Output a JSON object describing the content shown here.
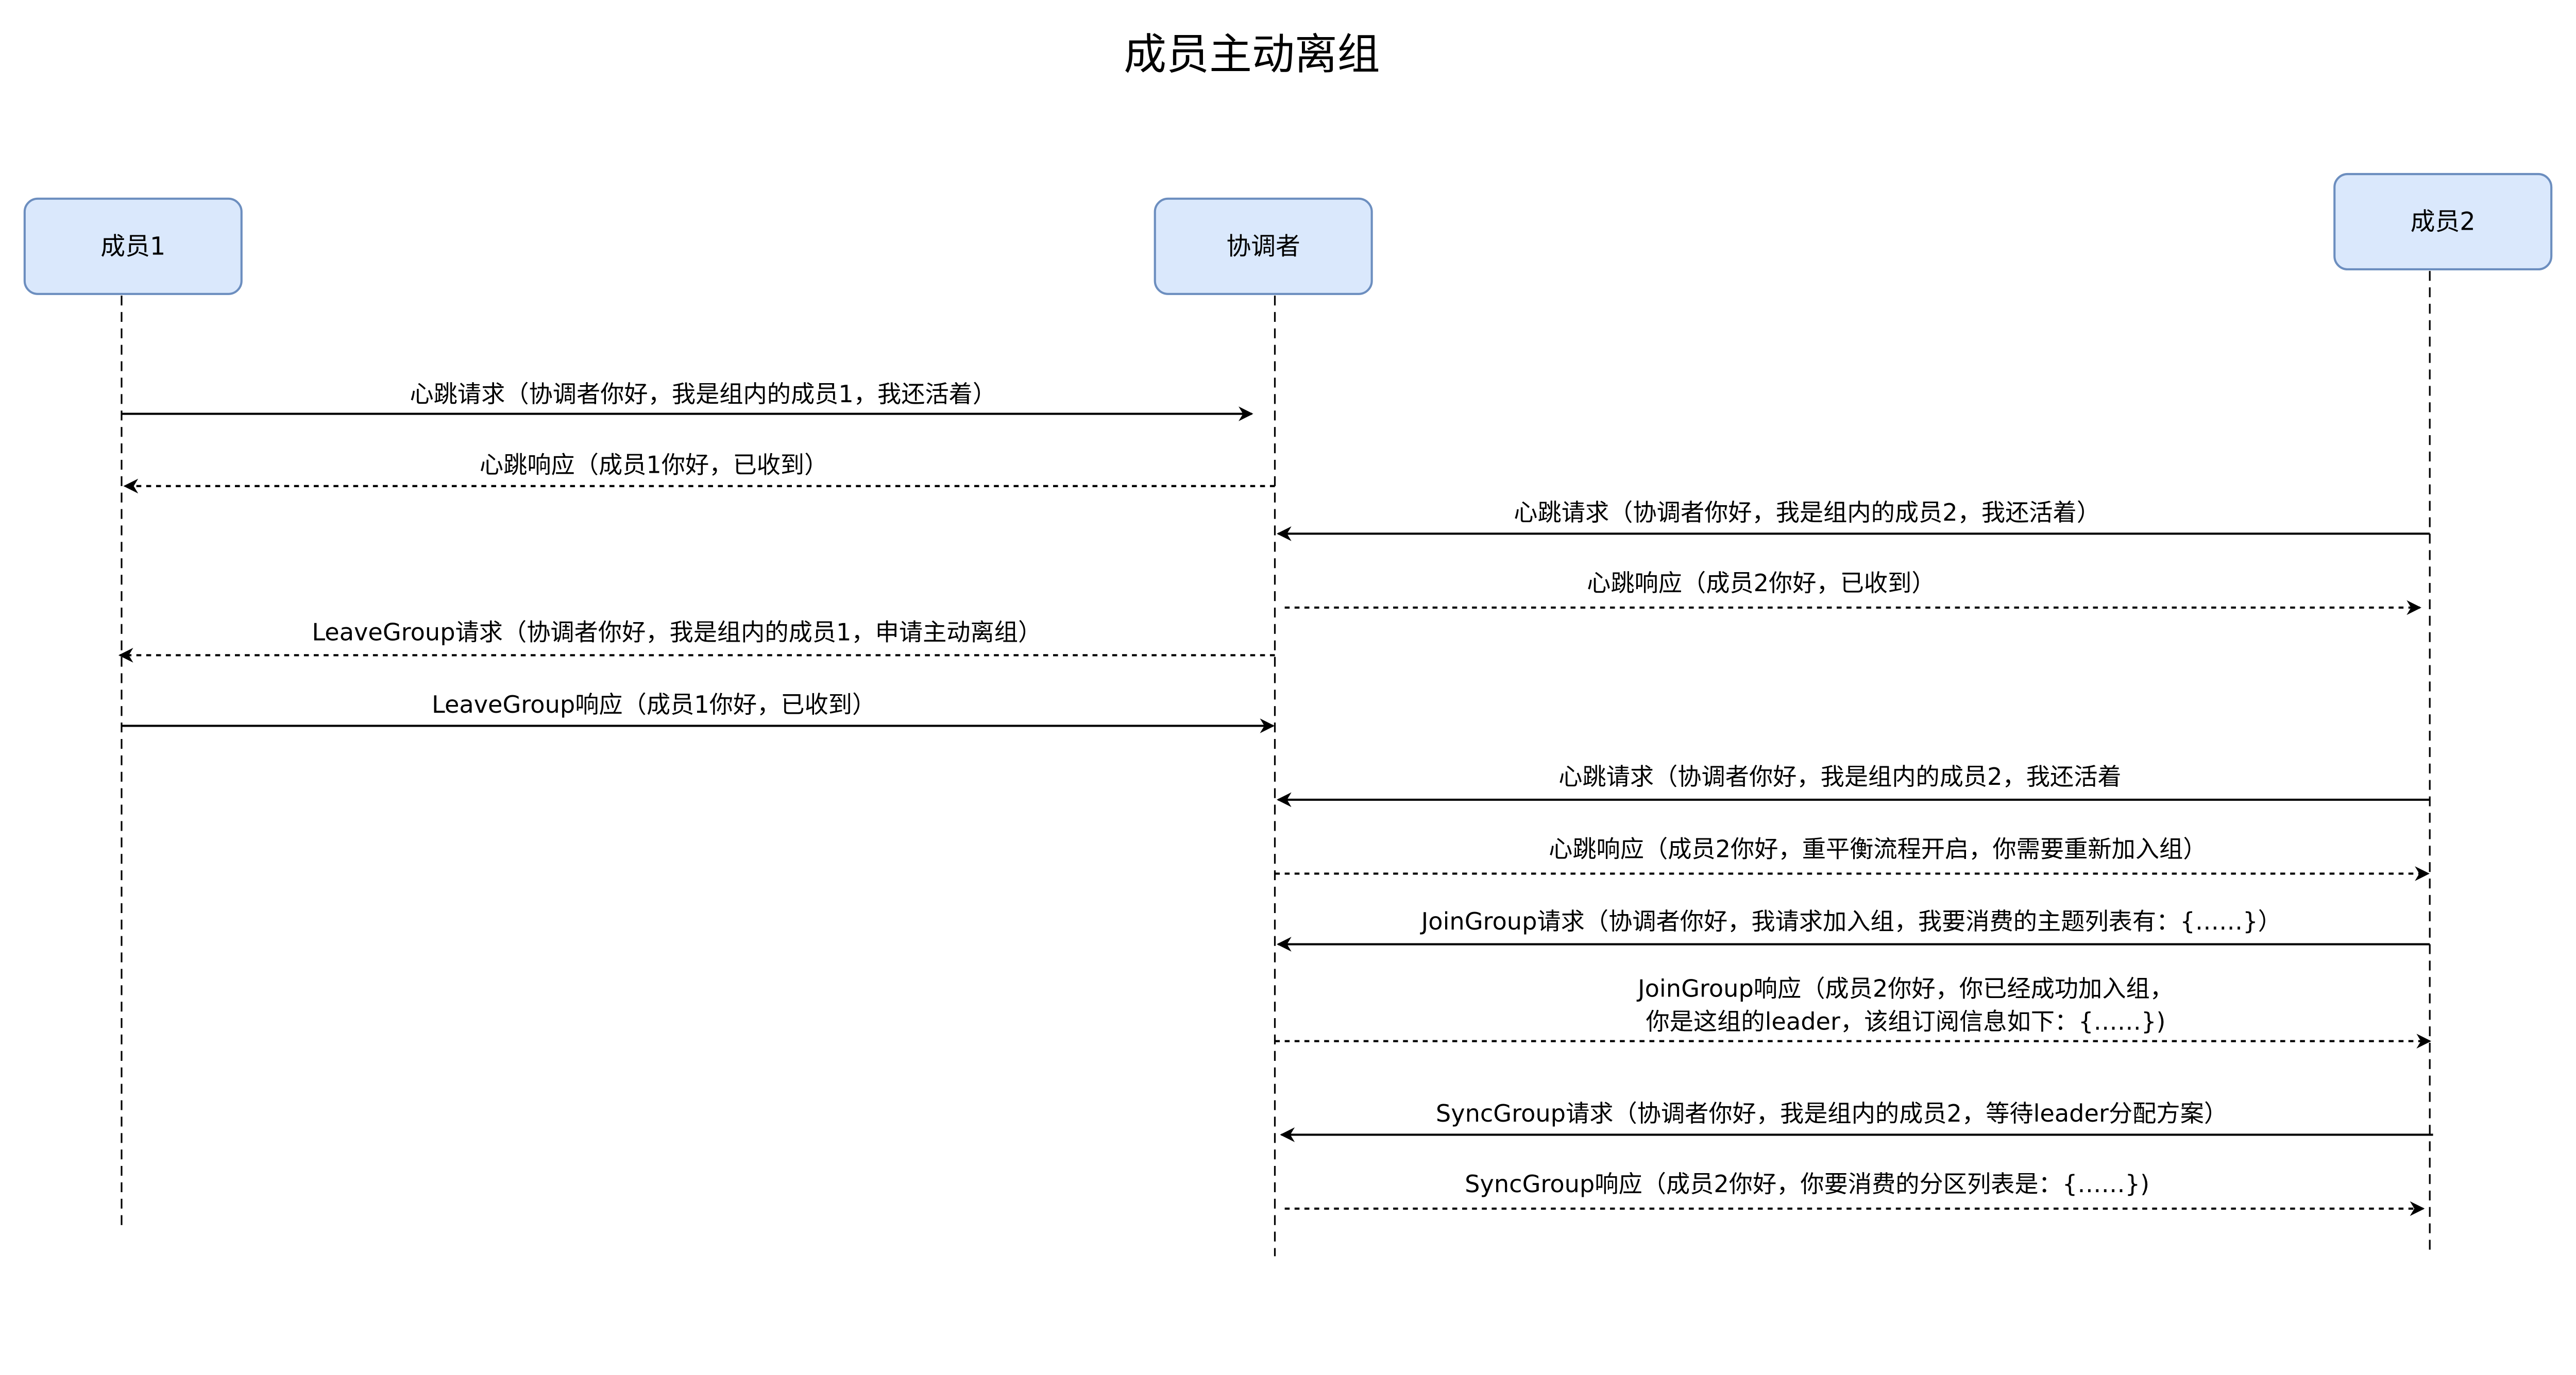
{
  "title": "成员主动离组",
  "colors": {
    "actor_fill": "#dae8fc",
    "actor_stroke": "#6c8ebf",
    "line": "#000000"
  },
  "actors": [
    {
      "id": "m1",
      "label": "成员1"
    },
    {
      "id": "co",
      "label": "协调者"
    },
    {
      "id": "m2",
      "label": "成员2"
    }
  ],
  "messages": [
    {
      "from": "成员1",
      "to": "协调者",
      "style": "solid",
      "lines": [
        "心跳请求（协调者你好，我是组内的成员1，我还活着）"
      ]
    },
    {
      "from": "协调者",
      "to": "成员1",
      "style": "dashed",
      "lines": [
        "心跳响应（成员1你好，已收到）"
      ]
    },
    {
      "from": "成员2",
      "to": "协调者",
      "style": "solid",
      "lines": [
        "心跳请求（协调者你好，我是组内的成员2，我还活着）"
      ]
    },
    {
      "from": "协调者",
      "to": "成员2",
      "style": "dashed",
      "lines": [
        "心跳响应（成员2你好，已收到）"
      ]
    },
    {
      "from": "协调者",
      "to": "成员1",
      "style": "dashed",
      "lines": [
        "LeaveGroup请求（协调者你好，我是组内的成员1，申请主动离组）"
      ]
    },
    {
      "from": "成员1",
      "to": "协调者",
      "style": "solid",
      "lines": [
        "LeaveGroup响应（成员1你好，已收到）"
      ]
    },
    {
      "from": "成员2",
      "to": "协调者",
      "style": "solid",
      "lines": [
        "心跳请求（协调者你好，我是组内的成员2，我还活着"
      ]
    },
    {
      "from": "协调者",
      "to": "成员2",
      "style": "dashed",
      "lines": [
        "心跳响应（成员2你好，重平衡流程开启，你需要重新加入组）"
      ]
    },
    {
      "from": "成员2",
      "to": "协调者",
      "style": "solid",
      "lines": [
        "JoinGroup请求（协调者你好，我请求加入组，我要消费的主题列表有：{……}）"
      ]
    },
    {
      "from": "协调者",
      "to": "成员2",
      "style": "dashed",
      "lines": [
        "JoinGroup响应（成员2你好，你已经成功加入组，",
        "你是这组的leader，该组订阅信息如下：{……})"
      ]
    },
    {
      "from": "成员2",
      "to": "协调者",
      "style": "solid",
      "lines": [
        "SyncGroup请求（协调者你好，我是组内的成员2，等待leader分配方案）"
      ]
    },
    {
      "from": "协调者",
      "to": "成员2",
      "style": "dashed",
      "lines": [
        "SyncGroup响应（成员2你好，你要消费的分区列表是：{……})"
      ]
    }
  ]
}
